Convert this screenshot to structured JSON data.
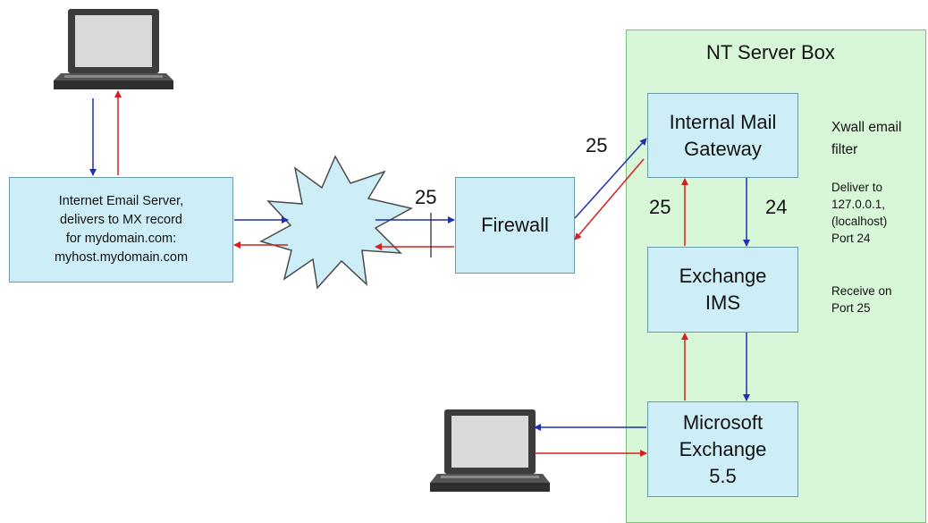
{
  "server_box": {
    "title": "NT Server Box"
  },
  "nodes": {
    "internet_email_server": "Internet Email Server,\ndelivers to MX record\nfor mydomain.com:\nmyhost.mydomain.com",
    "firewall": "Firewall",
    "internal_mail_gateway": "Internal Mail\nGateway",
    "exchange_ims": "Exchange\nIMS",
    "microsoft_exchange": "Microsoft\nExchange\n5.5"
  },
  "ports": {
    "internet_to_firewall": "25",
    "firewall_to_gateway": "25",
    "ims_to_gateway": "25",
    "gateway_to_ims": "24"
  },
  "notes": {
    "xwall": "Xwall email\nfilter",
    "deliver": "Deliver to\n127.0.0.1,\n(localhost)\nPort 24",
    "receive": "Receive on\nPort 25"
  },
  "colors": {
    "arrow_in": "#1f2fb5",
    "arrow_out": "#d42020",
    "box_fill": "#cdeef7",
    "server_fill": "#d8f7d8"
  }
}
